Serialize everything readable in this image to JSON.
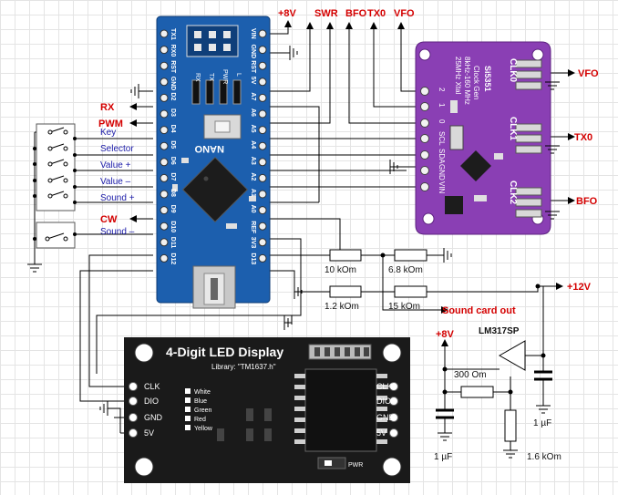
{
  "nano": {
    "board_label": "NANO",
    "left_pins": [
      "TX1",
      "RX0",
      "RST",
      "GND",
      "D2",
      "D3",
      "D4",
      "D5",
      "D6",
      "D7",
      "D8",
      "D9",
      "D10",
      "D11",
      "D12"
    ],
    "right_pins": [
      "VIN",
      "GND",
      "RST",
      "5V",
      "A7",
      "A6",
      "A5",
      "A4",
      "A3",
      "A2",
      "A1",
      "A0",
      "REF",
      "3V3",
      "D13"
    ],
    "header_labels": [
      "RX",
      "TX",
      "PWR",
      "L"
    ]
  },
  "si5351": {
    "chip": "Si5351",
    "line1": "Clock Gen",
    "line2": "8kHz-160 MHz",
    "line3": "25MHz Xtal",
    "pins": [
      "2",
      "1",
      "0",
      "SCL",
      "SDA",
      "GND",
      "VIN"
    ],
    "clk_labels": [
      "CLK0",
      "CLK1",
      "CLK2"
    ]
  },
  "led_module": {
    "title": "4-Digit LED Display",
    "library": "Library: \"TM1637.h\"",
    "colors": [
      "White",
      "Blue",
      "Green",
      "Red",
      "Yellow"
    ],
    "pins": [
      "CLK",
      "DIO",
      "GND",
      "5V"
    ],
    "pwr": "PWR"
  },
  "labels": {
    "plus8v_top": "+8V",
    "swr": "SWR",
    "bfo_top": "BFO",
    "tx0_top": "TX0",
    "vfo_top": "VFO",
    "rx": "RX",
    "pwm": "PWM",
    "cw": "CW",
    "vfo_out": "VFO",
    "tx0_out": "TX0",
    "bfo_out": "BFO",
    "plus12v": "+12V",
    "sound_card_out": "Sound card out",
    "plus8v_reg": "+8V",
    "lm317": "LM317SP"
  },
  "switches": [
    "Key",
    "Selector",
    "Value +",
    "Value –",
    "Sound +",
    "Sound –"
  ],
  "resistors": [
    "10 kOm",
    "6.8 kOm",
    "1.2 kOm",
    "15 kOm",
    "300 Om",
    "1.6 kOm"
  ],
  "capacitors": [
    "1 µF",
    "1 µF"
  ],
  "colors": {
    "nano_board": "#1c5fae",
    "si5351_board": "#8a3fb4",
    "led_board": "#1a1a1a",
    "wire": "#000000",
    "red_label": "#d40000",
    "blue_label": "#1a1aa8"
  }
}
